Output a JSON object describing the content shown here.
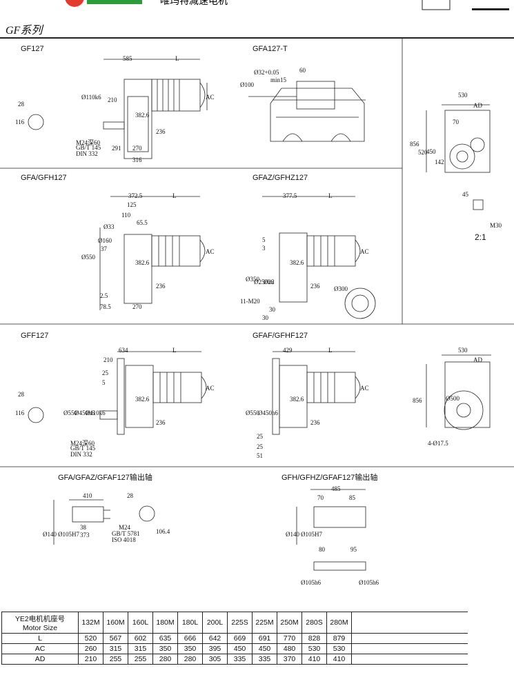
{
  "header": {
    "brand_text": "唯玛特减速电机",
    "series_title": "GF系列"
  },
  "panels": {
    "gf127": "GF127",
    "gfa127t": "GFA127-T",
    "gfa_gfh127": "GFA/GFH127",
    "gfaz_gfhz127": "GFAZ/GFHZ127",
    "gff127": "GFF127",
    "gfaf_gfhf127": "GFAF/GFHF127",
    "out_shaft_left": "GFA/GFAZ/GFAF127输出轴",
    "out_shaft_right": "GFH/GFHZ/GFAF127输出轴",
    "ratio": "2:1"
  },
  "dims": {
    "gf127": [
      "585",
      "L",
      "210",
      "AC",
      "Ø110k6",
      "382.6",
      "236",
      "291",
      "270",
      "316",
      "28",
      "116",
      "M24深60",
      "GB/T 145",
      "DIN 332"
    ],
    "gfa127t": [
      "60",
      "min15",
      "Ø100",
      "Ø32+0.05"
    ],
    "side_top": [
      "530",
      "AD",
      "70",
      "856",
      "520",
      "450",
      "142"
    ],
    "key": [
      "45",
      "M30"
    ],
    "gfa_gfh127": [
      "372.5",
      "L",
      "125",
      "110",
      "65.5",
      "Ø33",
      "Ø160",
      "Ø550",
      "382.6",
      "236",
      "2.5",
      "78.5",
      "270",
      "AC",
      "37"
    ],
    "gfaz_gfhz127": [
      "377.5",
      "L",
      "5",
      "3",
      "Ø350",
      "Ø250h6",
      "Ø22",
      "11-M20",
      "30",
      "30",
      "Ø300",
      "382.6",
      "236",
      "AC"
    ],
    "gff127": [
      "634",
      "L",
      "210",
      "25",
      "5",
      "28",
      "116",
      "Ø550",
      "Ø450h6",
      "Ø110k6",
      "382.6",
      "236",
      "M24深60",
      "GB/T 145",
      "DIN 332",
      "AC"
    ],
    "gfaf_gfhf127": [
      "429",
      "L",
      "Ø550",
      "Ø450h6",
      "382.6",
      "236",
      "25",
      "25",
      "51",
      "AC"
    ],
    "side_bottom": [
      "530",
      "AD",
      "856",
      "Ø500",
      "4-Ø17.5"
    ],
    "out_left": [
      "410",
      "28",
      "Ø140",
      "Ø105H7",
      "38",
      "373",
      "M24",
      "GB/T 5781",
      "ISO 4018",
      "106.4"
    ],
    "out_right": [
      "485",
      "70",
      "85",
      "Ø140",
      "Ø105H7",
      "80",
      "95",
      "Ø105h6",
      "Ø105h6"
    ]
  },
  "table": {
    "header_label_cn": "YE2电机机座号",
    "header_label_en": "Motor Size",
    "columns": [
      "132M",
      "160M",
      "160L",
      "180M",
      "180L",
      "200L",
      "225S",
      "225M",
      "250M",
      "280S",
      "280M"
    ],
    "rows": [
      {
        "label": "L",
        "values": [
          "520",
          "567",
          "602",
          "635",
          "666",
          "642",
          "669",
          "691",
          "770",
          "828",
          "879"
        ]
      },
      {
        "label": "AC",
        "values": [
          "260",
          "315",
          "315",
          "350",
          "350",
          "395",
          "450",
          "450",
          "480",
          "530",
          "530"
        ]
      },
      {
        "label": "AD",
        "values": [
          "210",
          "255",
          "255",
          "280",
          "280",
          "305",
          "335",
          "335",
          "370",
          "410",
          "410"
        ]
      }
    ]
  },
  "colors": {
    "line": "#222222",
    "accent": "#f2c200",
    "accent2": "#e23b2e"
  }
}
